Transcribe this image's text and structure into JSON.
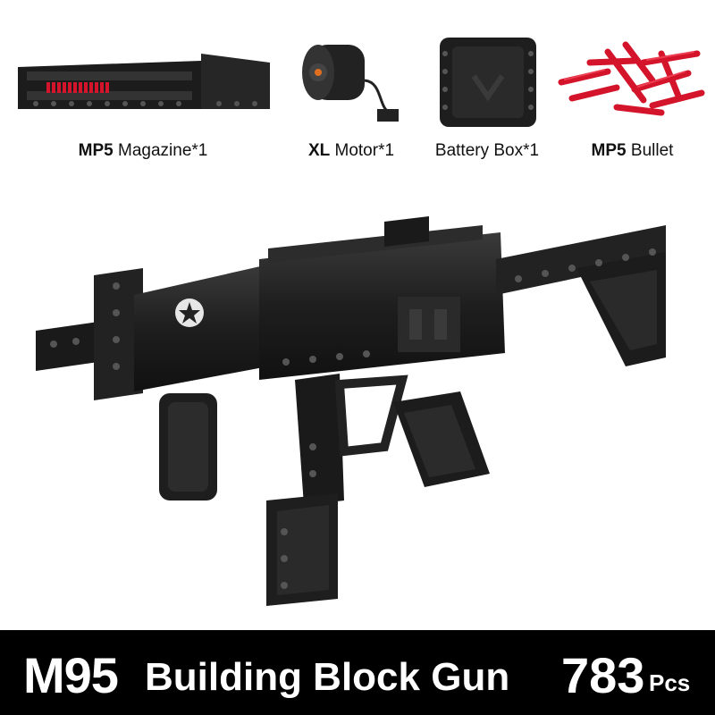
{
  "parts": [
    {
      "bold": "MP5",
      "rest": " Magazine*1",
      "icon": "magazine-icon"
    },
    {
      "bold": "XL",
      "rest": " Motor*1",
      "icon": "motor-icon"
    },
    {
      "bold": "",
      "rest": "Battery Box*1",
      "icon": "battery-box-icon"
    },
    {
      "bold": "MP5",
      "rest": " Bullet",
      "icon": "bullet-icon"
    }
  ],
  "footer": {
    "model": "M95",
    "name": "Building Block Gun",
    "count": "783",
    "unit": "Pcs"
  },
  "colors": {
    "background": "#ffffff",
    "banner": "#000000",
    "bullet_red": "#d4142a",
    "brick_black": "#1a1a1a"
  }
}
